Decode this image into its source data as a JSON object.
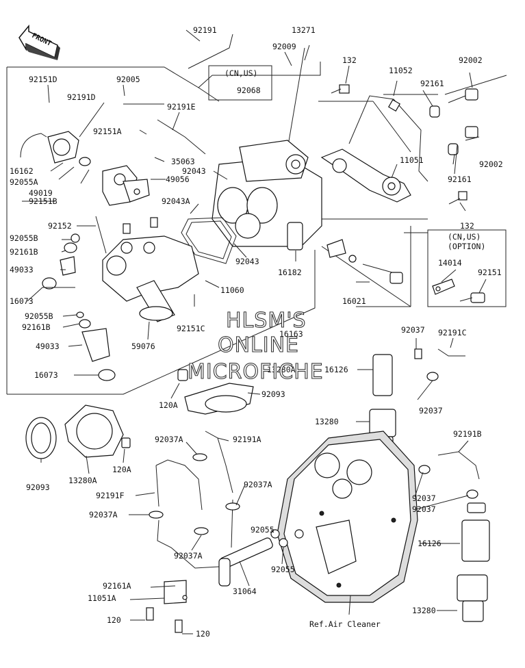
{
  "direction_badge": {
    "label": "FRONT"
  },
  "parts": {
    "p92191": "92191",
    "p13271": "13271",
    "p92009": "92009",
    "cnus_a": "(CN,US)",
    "p92068": "92068",
    "p132a": "132",
    "p11052": "11052",
    "p92002a": "92002",
    "p92151D": "92151D",
    "p92005": "92005",
    "p92161a": "92161",
    "p92191D": "92191D",
    "p92191E": "92191E",
    "p92151A": "92151A",
    "p35063": "35063",
    "p11051": "11051",
    "p92002b": "92002",
    "p16162": "16162",
    "p92055A": "92055A",
    "p49056": "49056",
    "p49019": "49019",
    "p92043a": "92043",
    "p92161b": "92161",
    "p92151B": "92151B",
    "p92043A": "92043A",
    "p92152": "92152",
    "p132b": "132",
    "p92055B": "92055B",
    "cnus_b": "(CN,US)",
    "option": "(OPTION)",
    "p92161B": "92161B",
    "p92043b": "92043",
    "p14014": "14014",
    "p49033a": "49033",
    "p16182": "16182",
    "p92151c": "92151",
    "p11060": "11060",
    "p16073a": "16073",
    "p16021": "16021",
    "p92055B2": "92055B",
    "p92161B2": "92161B",
    "p92151C": "92151C",
    "p16163": "16163",
    "p49033b": "49033",
    "p59076": "59076",
    "p92037a": "92037",
    "p92191C": "92191C",
    "p16073b": "16073",
    "p13280A": "13280A",
    "p16126a": "16126",
    "p120Aa": "120A",
    "p92093a": "92093",
    "p92037b": "92037",
    "p13280a": "13280",
    "p92191B": "92191B",
    "p92037Aa": "92037A",
    "p92191A": "92191A",
    "p120Ab": "120A",
    "p92093b": "92093",
    "p13280A2": "13280A",
    "p92191F": "92191F",
    "p92037Ab": "92037A",
    "p92037c": "92037",
    "p92037d": "92037",
    "p92037Ac": "92037A",
    "p92055a": "92055",
    "p92037Ad": "92037A",
    "p16126b": "16126",
    "p92055b": "92055",
    "p92161A": "92161A",
    "p31064": "31064",
    "p11051A": "11051A",
    "p13280b": "13280",
    "p120a": "120",
    "p120b": "120",
    "ref_air": "Ref.Air Cleaner"
  },
  "watermark": {
    "line1": "HLSM'S",
    "line2": "ONLINE",
    "line3": "MICROFICHE"
  }
}
